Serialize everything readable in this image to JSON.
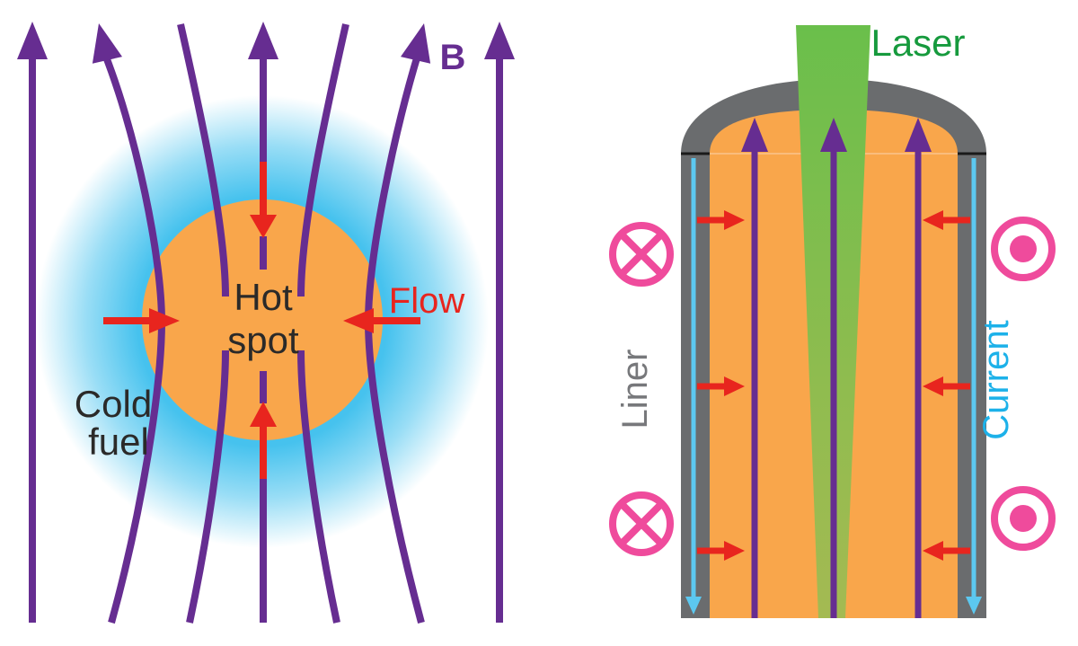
{
  "labels": {
    "b": "B",
    "hot1": "Hot",
    "hot2": "spot",
    "cold1": "Cold",
    "cold2": "fuel",
    "flow": "Flow",
    "laser": "Laser",
    "liner": "Liner",
    "current": "Current"
  },
  "symbols": {
    "left_side": "current-into-page (circled X)",
    "right_side": "current-out-of-page (circled dot)"
  },
  "colors": {
    "purple": "#662d91",
    "red": "#e8251e",
    "orange": "#f9a64b",
    "glow": "#46c2ee",
    "gray": "#6a6c6e",
    "graytext": "#77787b",
    "cyanline": "#5cc8f0",
    "cyantext": "#1cb1e9",
    "pink": "#ef4b9c",
    "green1": "#6abf4b",
    "green2": "#a4ba52",
    "greentext": "#169a3d",
    "ink": "#2b2a29"
  }
}
